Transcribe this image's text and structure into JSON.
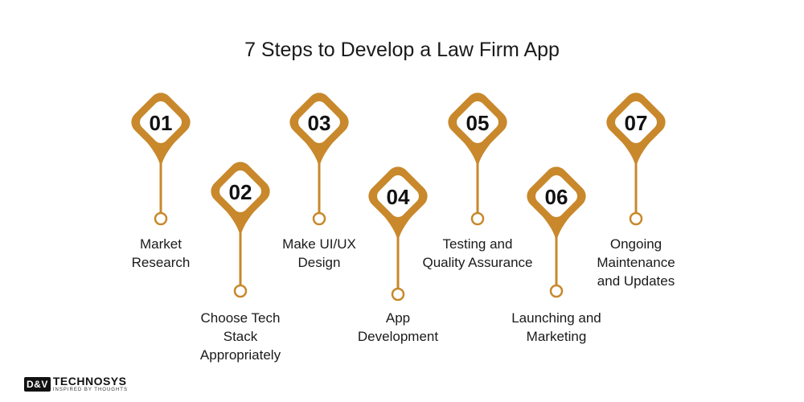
{
  "title": "7 Steps to Develop a Law Firm App",
  "colors": {
    "accent": "#c8882b",
    "text": "#1a1a1a",
    "background": "#ffffff"
  },
  "steps": [
    {
      "number": "01",
      "label_lines": [
        "Market",
        "Research"
      ]
    },
    {
      "number": "02",
      "label_lines": [
        "Choose Tech",
        "Stack",
        "Appropriately"
      ]
    },
    {
      "number": "03",
      "label_lines": [
        "Make UI/UX",
        "Design"
      ]
    },
    {
      "number": "04",
      "label_lines": [
        "App",
        "Development"
      ]
    },
    {
      "number": "05",
      "label_lines": [
        "Testing and",
        "Quality Assurance"
      ]
    },
    {
      "number": "06",
      "label_lines": [
        "Launching and",
        "Marketing"
      ]
    },
    {
      "number": "07",
      "label_lines": [
        "Ongoing",
        "Maintenance",
        "and Updates"
      ]
    }
  ],
  "logo": {
    "badge": "D&V",
    "name": "TECHNOSYS",
    "tagline": "INSPIRED BY THOUGHTS"
  }
}
